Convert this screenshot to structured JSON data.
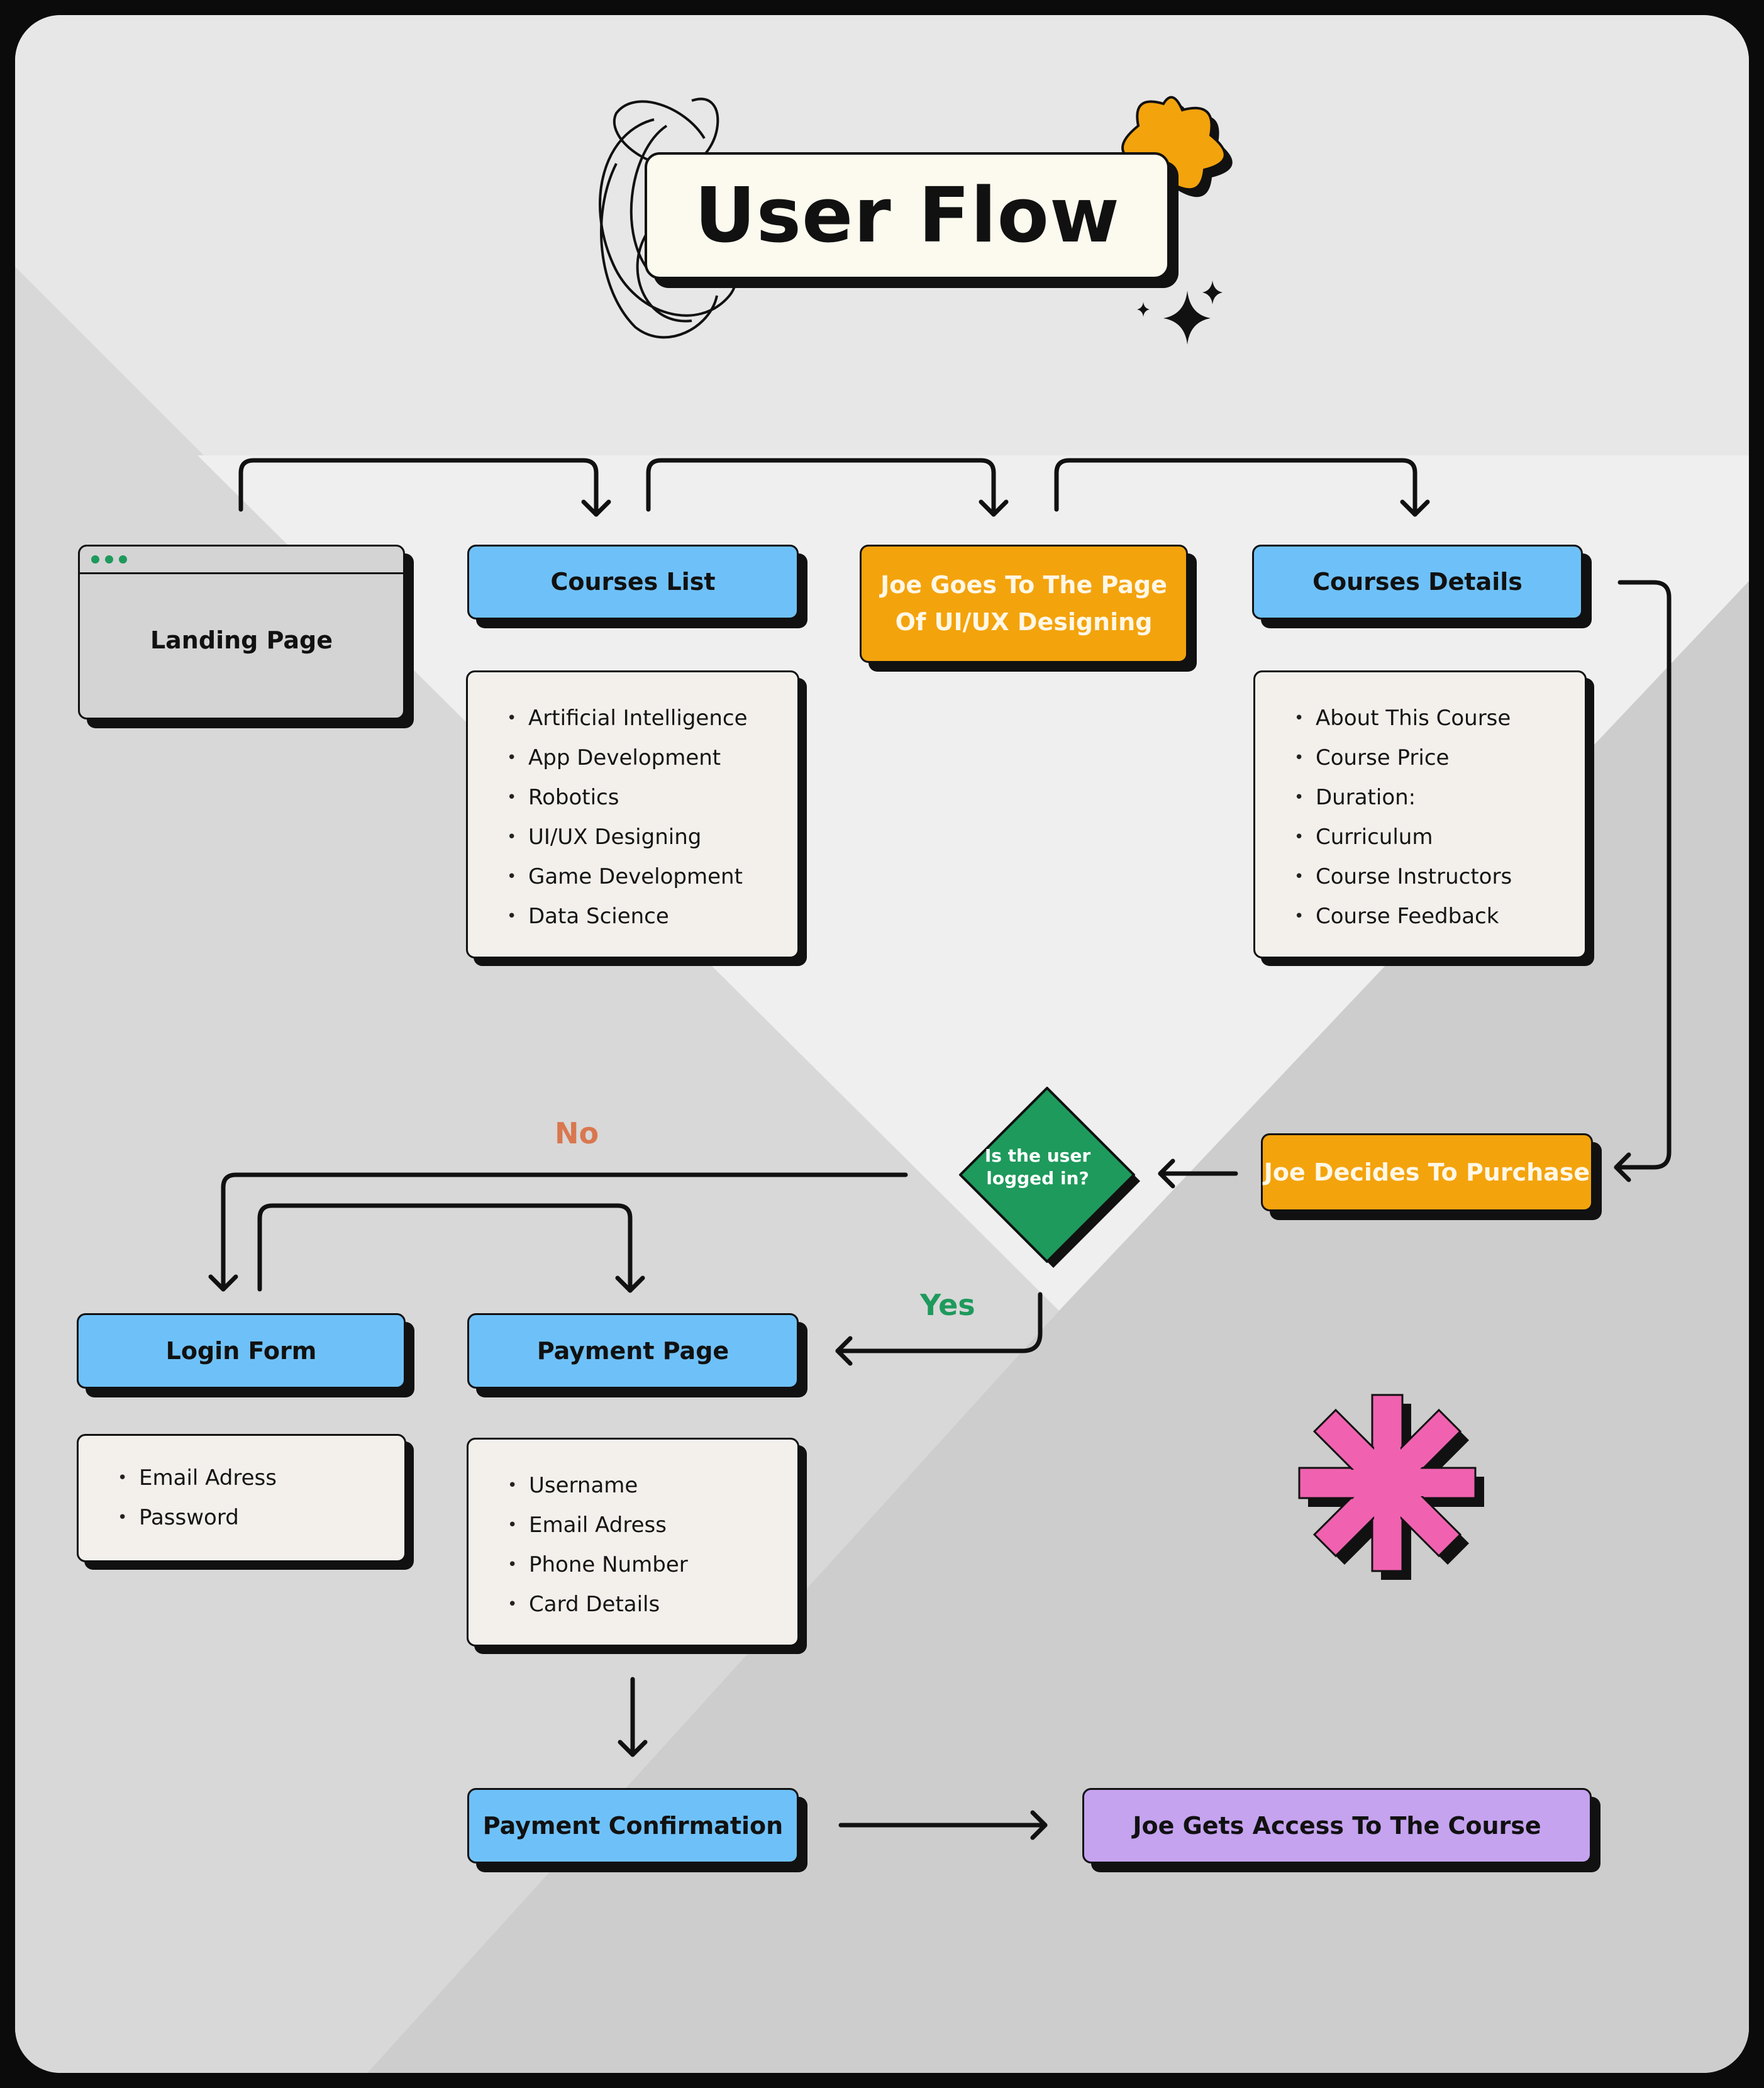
{
  "title": "User Flow",
  "nodes": {
    "landing_page": "Landing Page",
    "courses_list": "Courses List",
    "joe_goes_line1": "Joe Goes To The Page",
    "joe_goes_line2": "Of UI/UX Designing",
    "courses_details": "Courses Details",
    "decision": "Is the user logged in?",
    "joe_decides": "Joe Decides To Purchase",
    "login_form": "Login Form",
    "payment_page": "Payment Page",
    "payment_confirmation": "Payment Confirmation",
    "joe_access": "Joe Gets Access To The Course"
  },
  "edge_labels": {
    "no": "No",
    "yes": "Yes"
  },
  "courses_list_items": [
    "Artificial Intelligence",
    "App Development",
    "Robotics",
    "UI/UX Designing",
    "Game Development",
    "Data Science"
  ],
  "courses_details_items": [
    "About This Course",
    "Course Price",
    "Duration:",
    "Curriculum",
    "Course Instructors",
    "Course Feedback"
  ],
  "login_form_items": [
    "Email Adress",
    "Password"
  ],
  "payment_page_items": [
    "Username",
    "Email Adress",
    "Phone Number",
    "Card Details"
  ],
  "colors": {
    "blue_node": "#6ec1f8",
    "orange_node": "#f3a30c",
    "purple_node": "#c5a3ef",
    "decision": "#1e9a5c",
    "no_label": "#d9774f",
    "yes_label": "#1e9a5c",
    "star": "#f3a30c",
    "asterisk": "#f062b0"
  },
  "decorations": [
    "scribble-icon",
    "four-point-star-icon",
    "sparkle-icon",
    "asterisk-icon"
  ]
}
